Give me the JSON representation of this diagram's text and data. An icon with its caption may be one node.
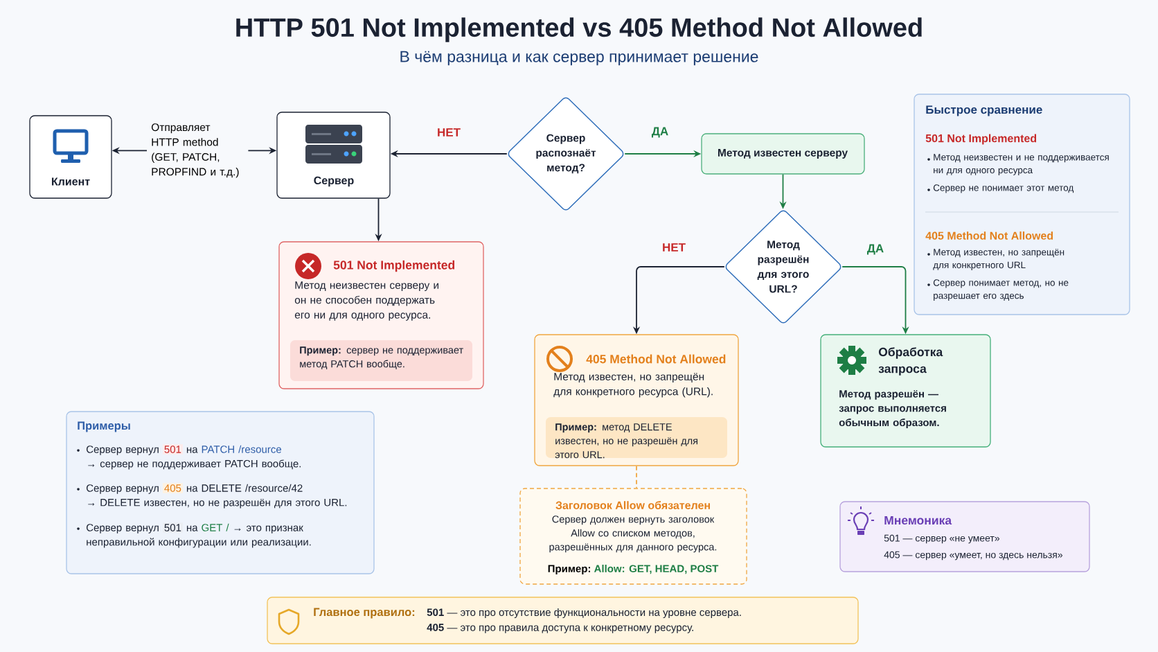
{
  "diagram": {
    "title": "HTTP 501 Not Implemented vs 405 Method Not Allowed",
    "nodes": [
      {
        "text": [
          "Клиент"
        ]
      },
      {
        "text": [
          "Отправляет HTTP method (GET, PATCH, PROPFIND и т.д.)"
        ]
      },
      {
        "text": [
          "Сервер"
        ]
      },
      {
        "text": [
          "Сервер распознаёт метод?"
        ]
      },
      {
        "text": [
          "Метод известен серверу"
        ]
      },
      {
        "text": [
          "Метод разрешён для этого URL?"
        ]
      },
      {
        "text": [
          "501 Not Implemented",
          "Метод неизвестен серверу и он не способен поддержать его ни для одного ресурса."
        ]
      },
      {
        "text": [
          "**Пример:** сервер не поддерживает метод PATCH вообще."
        ],
        "in": 6
      },
      {
        "text": [
          "405 Method Not Allowed",
          "Метод известен, но запрещён для конкретного ресурса (URL)."
        ]
      },
      {
        "text": [
          "**Пример:** метод DELETE известен, но не разрешён для этого URL."
        ],
        "in": 8
      },
      {
        "text": [
          "Обработка запроса",
          "Метод разрешён — запрос выполняется обычным образом."
        ]
      },
      {
        "text": [
          "Заголовок Allow обязателен",
          "Сервер должен вернуть заголовок Allow со списком методов, разрешённых для данного ресурса.",
          "Пример:",
          "Allow: GET, HEAD, POST"
        ]
      },
      {
        "text": [
          "Быстрое сравнение",
          "501 Not Implemented",
          "Метод неизвестен и не поддерживается ни для одного ресурса",
          "Сервер не понимает этот метод",
          "405 Method Not Allowed",
          "Метод известен, но запрещён для конкретного URL",
          "Сервер понимает метод, но не разрешает его здесь"
        ]
      },
      {
        "text": [
          "Примеры",
          "Сервер вернул",
          "501",
          "на",
          "PATCH /resource",
          "→ сервер не поддерживает PATCH вообще.",
          "Сервер вернул",
          "405",
          "на DELETE /resource/42",
          "→ DELETE известен, но не разрешён для этого URL.",
          "Сервер вернул",
          "501",
          "на",
          "GET /",
          "→ это признак неправильной конфигурации или реализации."
        ]
      },
      {
        "text": [
          "Мнемоника",
          "501 — сервер «не умеет»",
          "405 — сервер «умеет, но здесь нельзя»"
        ]
      },
      {
        "text": [
          "Главное правило:",
          "**501** — это про отсутствие функциональности на уровне сервера.",
          "**405** — это про правила доступа к конкретному ресурсу."
        ]
      }
    ],
    "edges": [
      {
        "from": 1,
        "to": 0,
        "arrow": "to"
      },
      {
        "from": 1,
        "to": 2,
        "arrow": "to"
      },
      {
        "from": 3,
        "to": 2,
        "arrow": "to",
        "label": "НЕТ"
      },
      {
        "from": 3,
        "to": 4,
        "arrow": "to",
        "label": "ДА",
        "color": "#1e7e45"
      },
      {
        "from": 4,
        "to": 5,
        "arrow": "to",
        "color": "#1e7e45"
      },
      {
        "from": 5,
        "to": 8,
        "arrow": "to",
        "label": "НЕТ"
      },
      {
        "from": 5,
        "to": 10,
        "arrow": "to",
        "label": "ДА",
        "color": "#1e7e45"
      },
      {
        "from": 2,
        "to": 6,
        "arrow": "to"
      },
      {
        "from": 8,
        "to": 11,
        "arrow": "none",
        "style": "dashed",
        "color": "#f0a640"
      }
    ],
    "labels": [
      "В чём разница и как сервер принимает решение"
    ]
  }
}
